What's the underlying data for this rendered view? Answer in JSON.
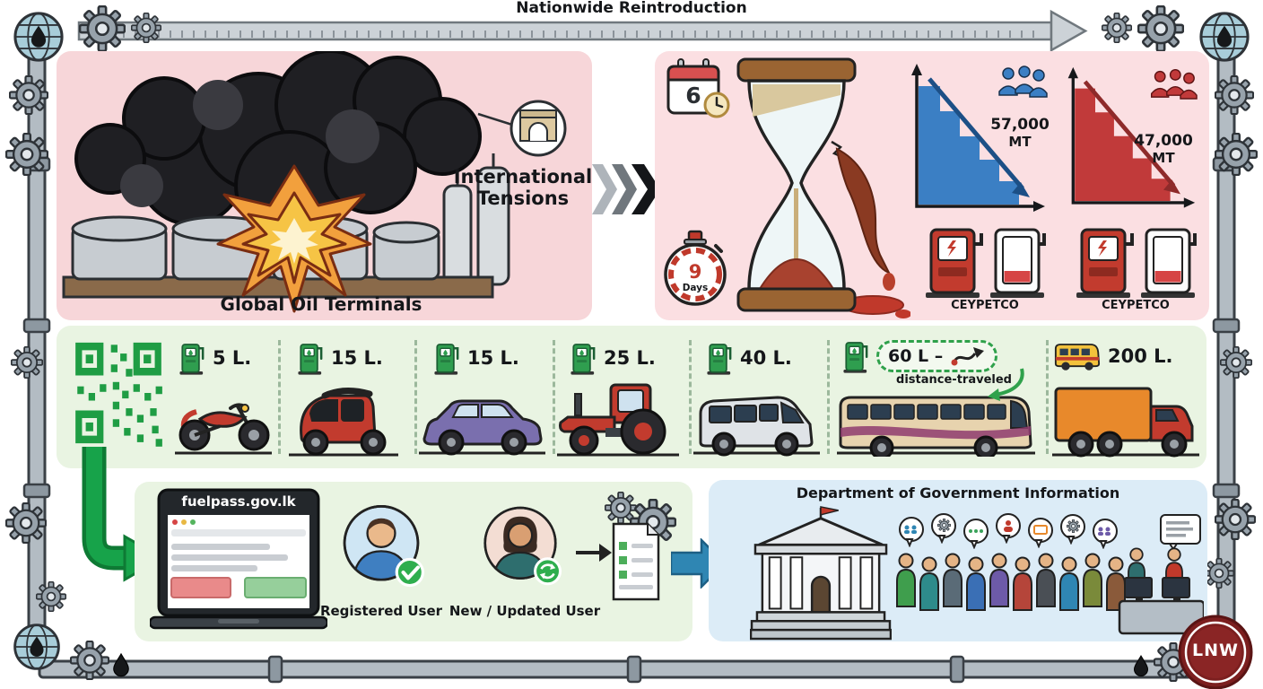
{
  "frame": {
    "banner_title": "Nationwide Reintroduction"
  },
  "crisis_panel": {
    "landmark_label": "International Tensions",
    "caption": "Global Oil Terminals"
  },
  "shortage_panel": {
    "calendar_day": "6",
    "stopwatch_value": "9",
    "stopwatch_unit": "Days",
    "stocks": [
      {
        "amount": "57,000",
        "unit": "MT",
        "brand": "CEYPETCO",
        "color": "#3b7fc4"
      },
      {
        "amount": "47,000",
        "unit": "MT",
        "brand": "CEYPETCO",
        "color": "#c13a3a"
      }
    ]
  },
  "quota_strip": {
    "items": [
      {
        "vehicle": "motorcycle",
        "quota": "5 L."
      },
      {
        "vehicle": "three-wheeler",
        "quota": "15 L."
      },
      {
        "vehicle": "car",
        "quota": "15 L."
      },
      {
        "vehicle": "tractor",
        "quota": "25 L."
      },
      {
        "vehicle": "van",
        "quota": "40 L."
      },
      {
        "vehicle": "bus",
        "quota": "60 L –",
        "note": "distance-traveled"
      },
      {
        "vehicle": "truck",
        "quota": "200 L."
      }
    ]
  },
  "registration_panel": {
    "website": "fuelpass.gov.lk",
    "registered_user_label": "Registered User",
    "new_user_label": "New / Updated User"
  },
  "government_panel": {
    "title": "Department of Government Information"
  },
  "logo": {
    "text": "LNW"
  }
}
